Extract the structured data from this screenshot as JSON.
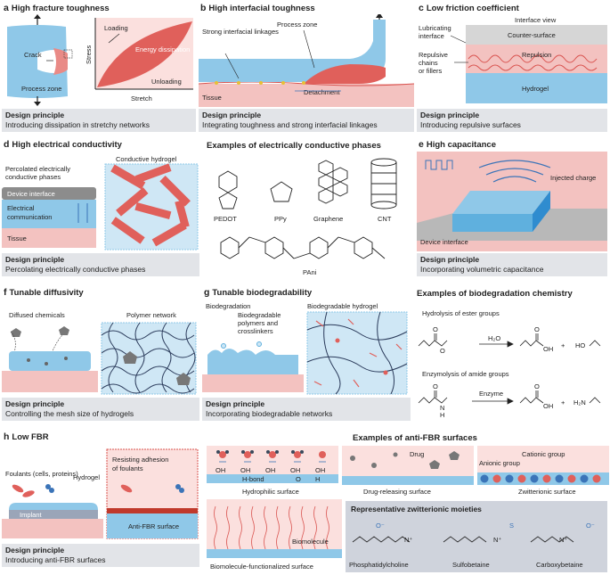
{
  "panels": {
    "a": {
      "letter": "a",
      "title": "High fracture toughness",
      "crack": "Crack",
      "process_zone": "Process zone",
      "loading": "Loading",
      "energy": "Energy dissipation",
      "unloading": "Unloading",
      "stress": "Stress",
      "stretch": "Stretch",
      "dp_head": "Design principle",
      "dp_text": "Introducing dissipation in stretchy networks"
    },
    "b": {
      "letter": "b",
      "title": "High interfacial toughness",
      "linkages": "Strong interfacial linkages",
      "process_zone": "Process zone",
      "tissue": "Tissue",
      "detachment": "Detachment",
      "dp_head": "Design principle",
      "dp_text": "Integrating toughness and strong interfacial linkages"
    },
    "c": {
      "letter": "c",
      "title": "Low friction coefficient",
      "interface_view": "Interface view",
      "lubricating": "Lubricating interface",
      "counter": "Counter-surface",
      "repulsive": "Repulsive chains or fillers",
      "repulsion": "Repulsion",
      "hydrogel": "Hydrogel",
      "dp_head": "Design principle",
      "dp_text": "Introducing repulsive surfaces"
    },
    "d": {
      "letter": "d",
      "title": "High electrical conductivity",
      "percolated": "Percolated electrically conductive phases",
      "conductive_hydrogel": "Conductive hydrogel",
      "device_interface": "Device interface",
      "electrical": "Electrical communication",
      "tissue": "Tissue",
      "examples": "Examples of electrically conductive phases",
      "pedot": "PEDOT",
      "ppy": "PPy",
      "graphene": "Graphene",
      "cnt": "CNT",
      "pani": "PAni",
      "dp_head": "Design principle",
      "dp_text": "Percolating electrically conductive phases"
    },
    "e": {
      "letter": "e",
      "title": "High capacitance",
      "injected": "Injected charge",
      "device_interface": "Device interface",
      "dp_head": "Design principle",
      "dp_text": "Incorporating volumetric capacitance"
    },
    "f": {
      "letter": "f",
      "title": "Tunable diffusivity",
      "diffused": "Diffused chemicals",
      "polymer": "Polymer network",
      "dp_head": "Design principle",
      "dp_text": "Controlling the mesh size of hydrogels"
    },
    "g": {
      "letter": "g",
      "title": "Tunable biodegradability",
      "biodegradation": "Biodegradation",
      "polymers": "Biodegradable polymers and crosslinkers",
      "bio_hydrogel": "Biodegradable hydrogel",
      "dp_head": "Design principle",
      "dp_text": "Incorporating biodegradable networks",
      "examples": "Examples of biodegradation chemistry",
      "hydrolysis": "Hydrolysis of ester groups",
      "h2o": "H₂O",
      "enzymolysis": "Enzymolysis of amide groups",
      "enzyme": "Enzyme",
      "plus": "+",
      "ho": "HO",
      "h2n": "H₂N",
      "oh": "OH",
      "o": "O",
      "h": "H",
      "n": "N"
    },
    "h": {
      "letter": "h",
      "title": "Low FBR",
      "foulants": "Foulants (cells, proteins)",
      "hydrogel": "Hydrogel",
      "implant": "Implant",
      "resisting": "Resisting adhesion of foulants",
      "anti_fbr": "Anti-FBR surface",
      "dp_head": "Design principle",
      "dp_text": "Introducing anti-FBR surfaces",
      "examples": "Examples of anti-FBR surfaces",
      "hbond": "H-bond",
      "o_atom": "O",
      "h_atom": "H",
      "oh": "OH",
      "hydrophilic": "Hydrophilic surface",
      "drug": "Drug",
      "drug_releasing": "Drug-releasing surface",
      "anionic": "Anionic group",
      "cationic": "Cationic group",
      "zwitterionic": "Zwitterionic surface",
      "biomolecule": "Biomolecule",
      "biomolecule_surface": "Biomolecule-functionalized surface",
      "zw_title": "Representative zwitterionic moieties",
      "phospho": "Phosphatidylcholine",
      "sulfo": "Sulfobetaine",
      "carboxy": "Carboxybetaine"
    }
  },
  "colors": {
    "pink": "#f3c2c0",
    "red": "#d9534f",
    "blue": "#8fc8e8",
    "lightblue": "#cfe7f5",
    "grey": "#e2e4e8",
    "dark": "#3a4a5c"
  }
}
